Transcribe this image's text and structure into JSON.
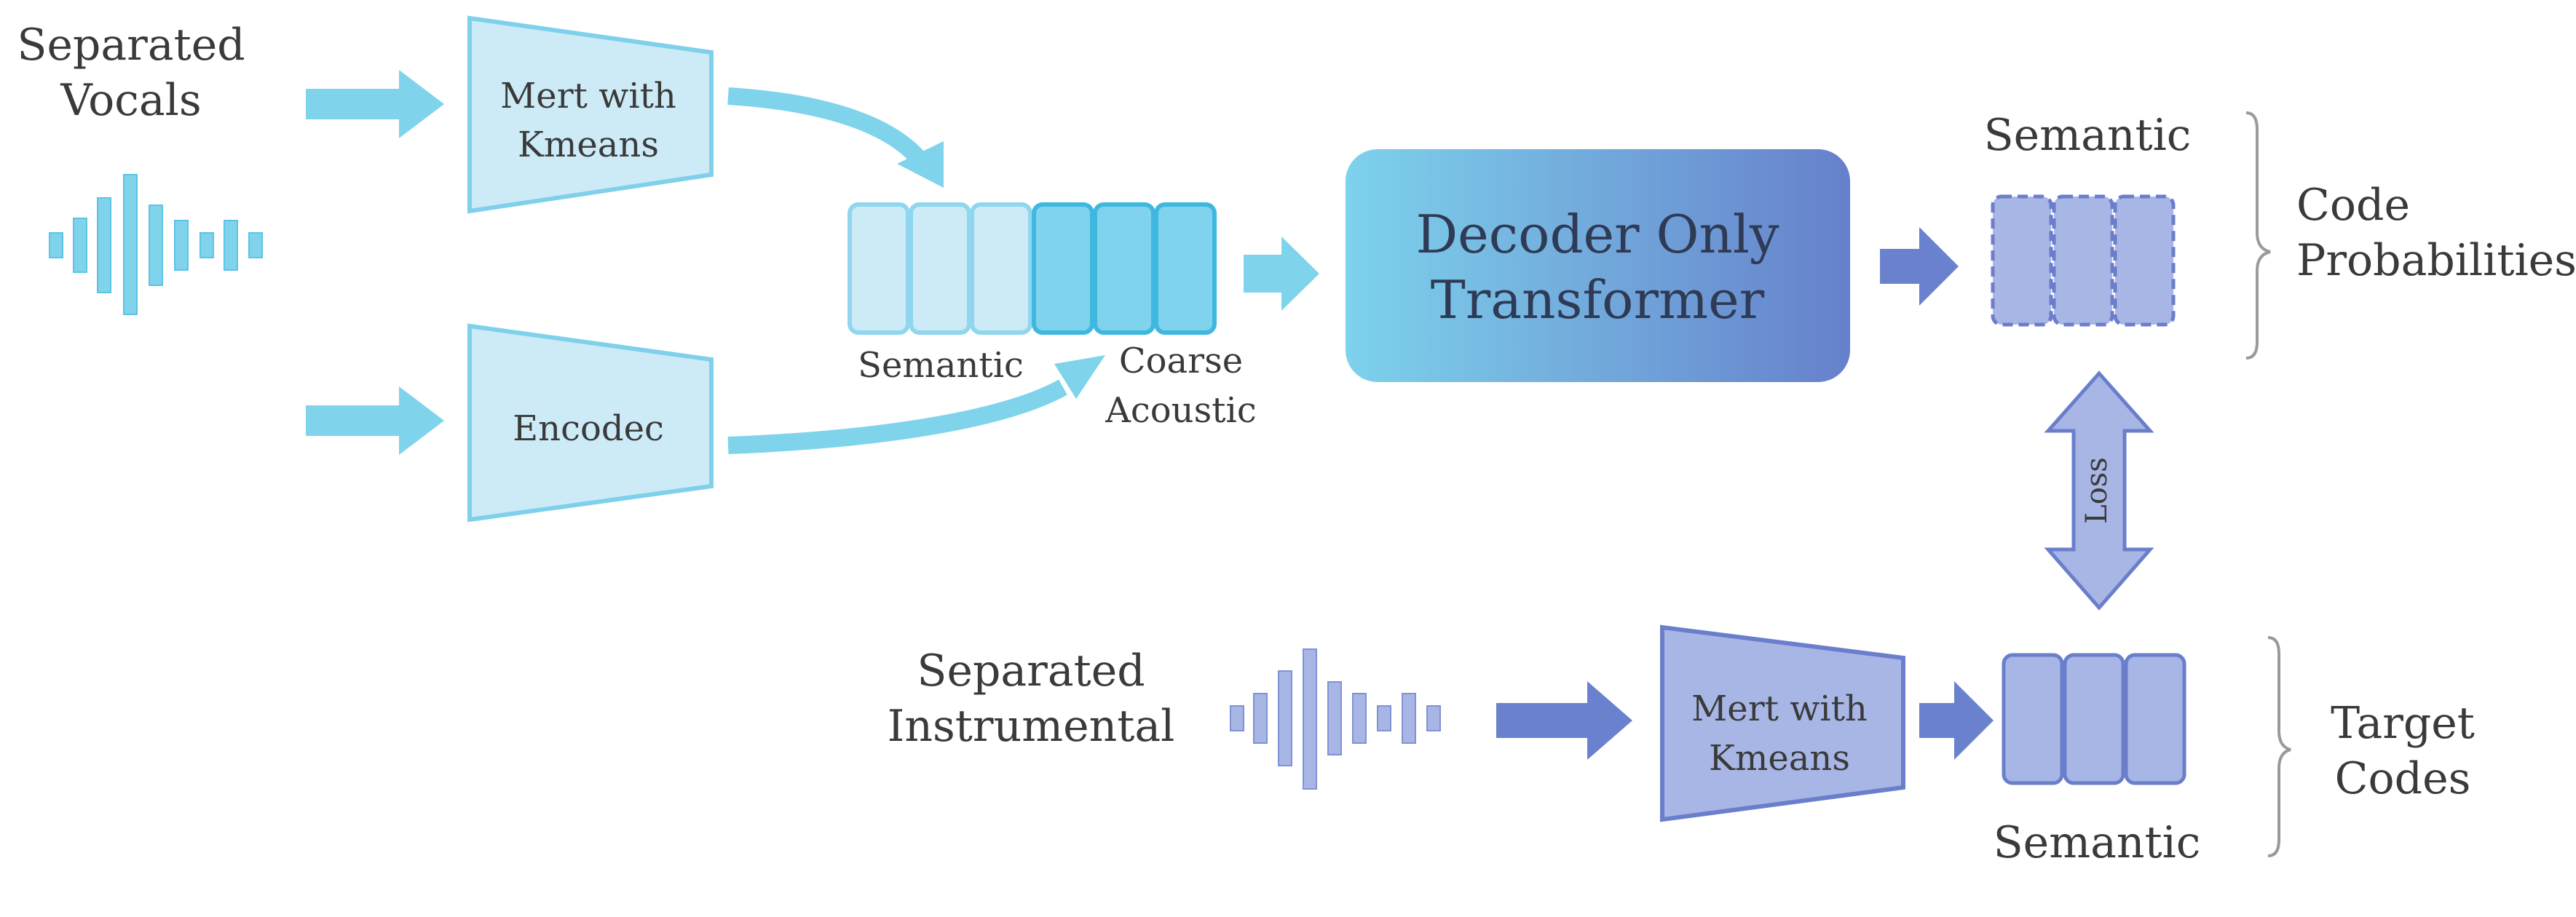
{
  "labels": {
    "separated_vocals_line1": "Separated",
    "separated_vocals_line2": "Vocals",
    "mert_top_line1": "Mert with",
    "mert_top_line2": "Kmeans",
    "encodec": "Encodec",
    "semantic_input": "Semantic",
    "coarse_line1": "Coarse",
    "coarse_line2": "Acoustic",
    "transformer_line1": "Decoder Only",
    "transformer_line2": "Transformer",
    "semantic_output": "Semantic",
    "code_prob_line1": "Code",
    "code_prob_line2": "Probabilities",
    "loss": "Loss",
    "separated_instr_line1": "Separated",
    "separated_instr_line2": "Instrumental",
    "mert_bottom_line1": "Mert with",
    "mert_bottom_line2": "Kmeans",
    "semantic_target": "Semantic",
    "target_line1": "Target",
    "target_line2": "Codes"
  },
  "colors": {
    "light_cyan": "#7fd4ec",
    "pale_cyan_fill": "#cdebf7",
    "cyan_border": "#7fd0ea",
    "mid_cyan_fill": "#7fd3ec",
    "mid_cyan_border": "#3fb8e0",
    "blue": "#6a82cd",
    "blue_fill": "#a8b6e6",
    "blue_border": "#6a7ecb",
    "gradient_start": "#7dd2ec",
    "gradient_end": "#6680cb"
  }
}
